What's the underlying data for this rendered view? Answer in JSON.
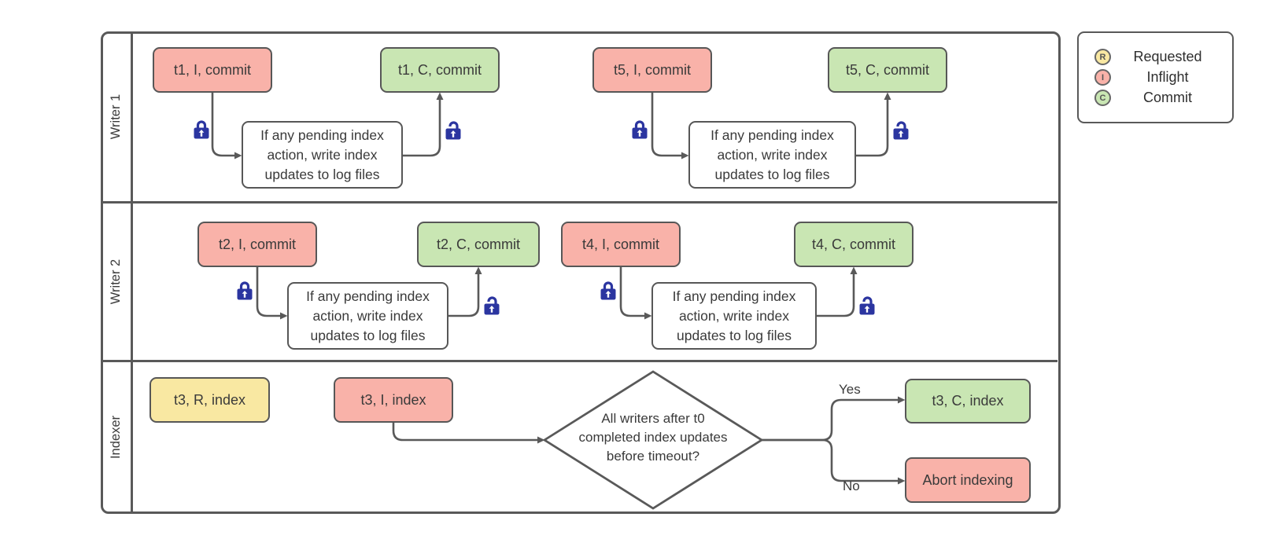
{
  "lanes": [
    {
      "label": "Writer 1"
    },
    {
      "label": "Writer 2"
    },
    {
      "label": "Indexer"
    }
  ],
  "writer1": {
    "inflight1": "t1, I, commit",
    "commit1": "t1, C, commit",
    "inflight2": "t5, I, commit",
    "commit2": "t5, C, commit"
  },
  "writer2": {
    "inflight1": "t2, I, commit",
    "commit1": "t2, C, commit",
    "inflight2": "t4, I, commit",
    "commit2": "t4, C, commit"
  },
  "indexer": {
    "requested": "t3, R, index",
    "inflight": "t3, I, index",
    "commit": "t3, C, index",
    "abort": "Abort indexing"
  },
  "process_lines": [
    "If any pending index",
    "action, write index",
    "updates to log files"
  ],
  "decision_lines": [
    "All writers after t0",
    "completed index updates",
    "before timeout?"
  ],
  "branch": {
    "yes": "Yes",
    "no": "No"
  },
  "legend": {
    "items": [
      {
        "letter": "R",
        "label": "Requested",
        "color": "#f9e8a2"
      },
      {
        "letter": "I",
        "label": "Inflight",
        "color": "#f9b2a9"
      },
      {
        "letter": "C",
        "label": "Commit",
        "color": "#c9e6b3"
      }
    ]
  },
  "colors": {
    "requested": "#f9e8a2",
    "inflight": "#f9b2a9",
    "commit": "#c9e6b3",
    "line": "#595959",
    "lock": "#2b35a0"
  }
}
